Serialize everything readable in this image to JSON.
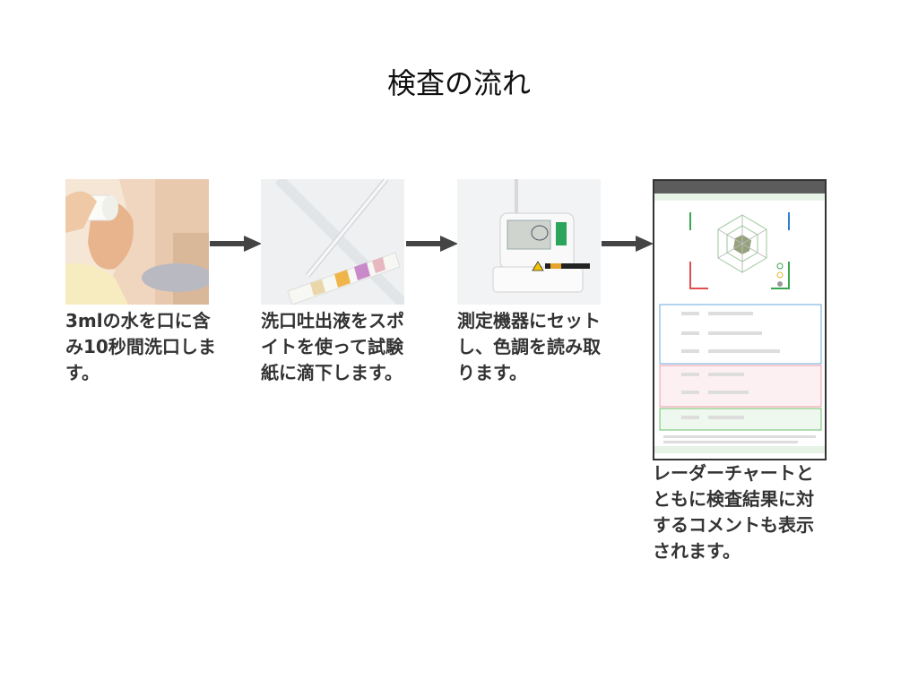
{
  "title": "検査の流れ",
  "steps": [
    {
      "caption_lines": [
        "3mlの水を口に含",
        "み10秒間洗口しま",
        "す。"
      ]
    },
    {
      "caption_lines": [
        "洗口吐出液をスポ",
        "イトを使って試験",
        "紙に滴下します。"
      ]
    },
    {
      "caption_lines": [
        "測定機器にセット",
        "し、色調を読み取",
        "ります。"
      ]
    },
    {
      "caption_lines": [
        "レーダーチャートと",
        "ともに検査結果に対",
        "するコメントも表示",
        "されます。"
      ]
    }
  ]
}
